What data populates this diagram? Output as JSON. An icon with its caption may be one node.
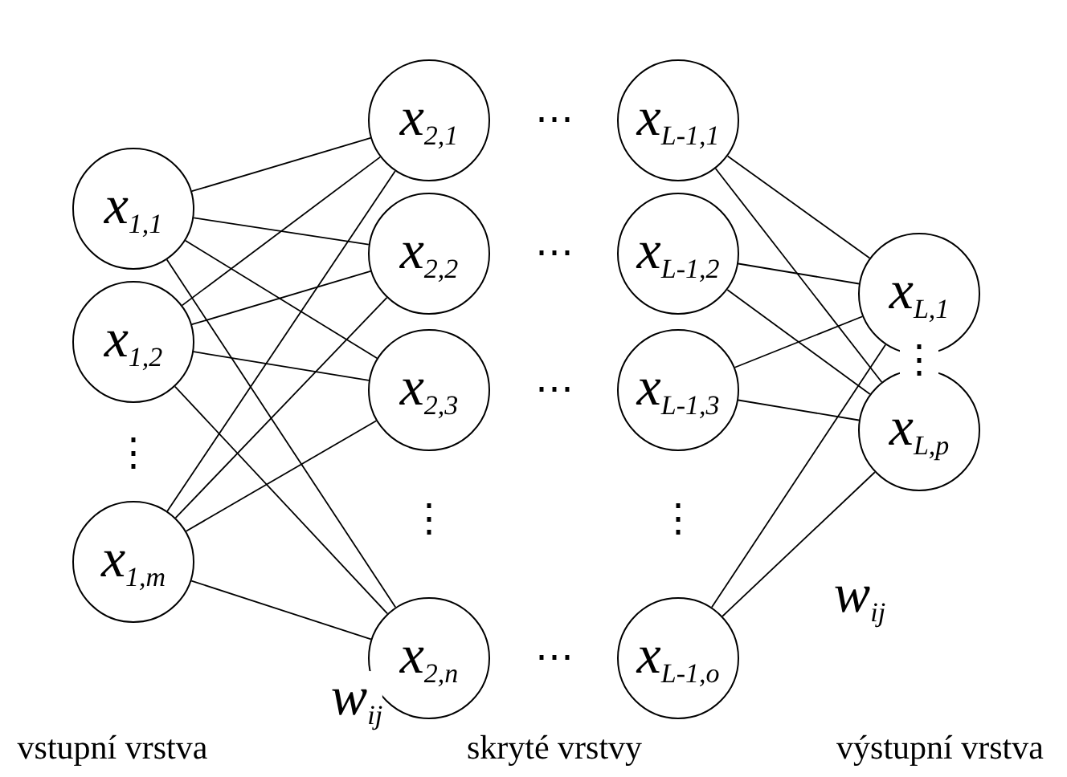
{
  "diagram": {
    "nodes": [
      {
        "text": [
          "x$_{1,1}$"
        ]
      },
      {
        "text": [
          "x$_{1,2}$"
        ]
      },
      {
        "text": [
          "x$_{1,m}$"
        ]
      },
      {
        "text": [
          "x$_{2,1}$"
        ]
      },
      {
        "text": [
          "x$_{2,2}$"
        ]
      },
      {
        "text": [
          "x$_{2,3}$"
        ]
      },
      {
        "text": [
          "x$_{2,n}$"
        ]
      },
      {
        "text": [
          "x$_{L-1,1}$"
        ]
      },
      {
        "text": [
          "x$_{L-1,2}$"
        ]
      },
      {
        "text": [
          "x$_{L-1,3}$"
        ]
      },
      {
        "text": [
          "x$_{L-1,o}$"
        ]
      },
      {
        "text": [
          "x$_{L,1}$"
        ]
      },
      {
        "text": [
          "x$_{L,p}$"
        ]
      }
    ],
    "edges": [
      {
        "from": 0,
        "to": 3,
        "arrow": "none"
      },
      {
        "from": 0,
        "to": 4,
        "arrow": "none"
      },
      {
        "from": 0,
        "to": 5,
        "arrow": "none"
      },
      {
        "from": 0,
        "to": 6,
        "arrow": "none"
      },
      {
        "from": 1,
        "to": 3,
        "arrow": "none"
      },
      {
        "from": 1,
        "to": 4,
        "arrow": "none"
      },
      {
        "from": 1,
        "to": 5,
        "arrow": "none"
      },
      {
        "from": 1,
        "to": 6,
        "arrow": "none"
      },
      {
        "from": 2,
        "to": 3,
        "arrow": "none"
      },
      {
        "from": 2,
        "to": 4,
        "arrow": "none"
      },
      {
        "from": 2,
        "to": 5,
        "arrow": "none"
      },
      {
        "from": 2,
        "to": 6,
        "arrow": "none"
      },
      {
        "from": 7,
        "to": 11,
        "arrow": "none"
      },
      {
        "from": 7,
        "to": 12,
        "arrow": "none"
      },
      {
        "from": 8,
        "to": 11,
        "arrow": "none"
      },
      {
        "from": 8,
        "to": 12,
        "arrow": "none"
      },
      {
        "from": 9,
        "to": 11,
        "arrow": "none"
      },
      {
        "from": 9,
        "to": 12,
        "arrow": "none"
      },
      {
        "from": 10,
        "to": 11,
        "arrow": "none"
      },
      {
        "from": 10,
        "to": 12,
        "arrow": "none"
      }
    ],
    "labels": [
      "⋯",
      "⋯",
      "⋯",
      "⋮",
      "⋮",
      "⋮",
      "⋮",
      "w$_{ij}$",
      "⋯",
      "w$_{ij}$",
      "vstupní vrstva",
      "skryté vrstvy",
      "výstupní vrstva"
    ]
  }
}
